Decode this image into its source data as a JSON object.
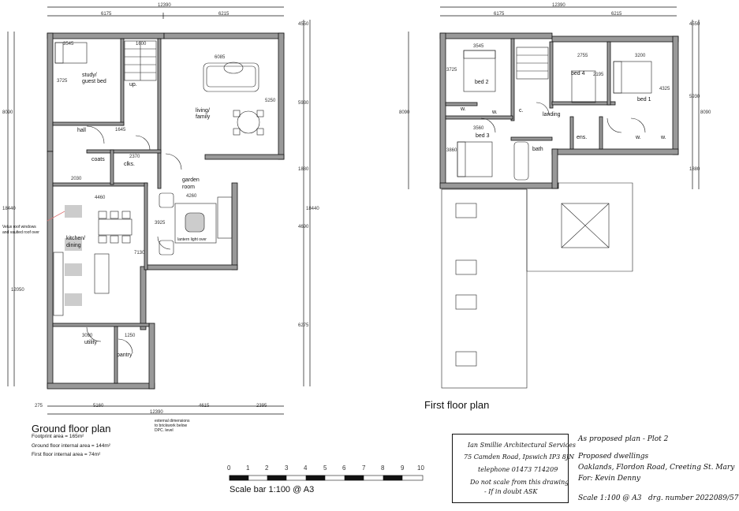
{
  "ground": {
    "title": "Ground floor plan",
    "footprint": "Footprint area = 165m²",
    "gf_internal": "Ground floor internal area = 144m²",
    "ff_internal": "First floor internal area = 74m²",
    "ext_note": [
      "external dimensions",
      "to brickwork below",
      "DPC. level"
    ],
    "velux_note": [
      "Velux roof windows",
      "and vaulted roof over"
    ],
    "lantern": "lantern light over",
    "rooms": {
      "study": [
        "study/",
        "guest bed"
      ],
      "up": "up.",
      "hall": "hall",
      "living": [
        "living/",
        "family"
      ],
      "coats": "coats",
      "clks": "clks.",
      "garden": [
        "garden",
        "room"
      ],
      "kitchen": [
        "kitchen/",
        "dining"
      ],
      "utility": "utility",
      "pantry": "pantry"
    },
    "dims": {
      "top_total": "12390",
      "top_left": "6175",
      "top_right": "6215",
      "bottom_total": "12390",
      "b1": "275",
      "b2": "5160",
      "b3": "4615",
      "b4": "2395",
      "d_3545": "3545",
      "d_1600": "1600",
      "d_6085": "6085",
      "d_3725": "3725",
      "d_5250": "5250",
      "d_1645": "1645",
      "d_2370": "2370",
      "d_2030": "2030",
      "d_4460": "4460",
      "d_4260": "4260",
      "d_3925": "3925",
      "d_3090": "3090",
      "d_1250": "1250",
      "d_7130": "7130",
      "d_12050": "12050",
      "left_8090": "8090",
      "left_18440": "18440",
      "right_4550": "4550",
      "right_5930": "5930",
      "right_1880": "1880",
      "right_4690": "4690",
      "right_18440": "18440",
      "right_6275": "6275"
    }
  },
  "first": {
    "title": "First floor plan",
    "rooms": {
      "bed2": "bed 2",
      "bed4": "bed 4",
      "bed1": "bed 1",
      "bed3": "bed 3",
      "w": "w.",
      "c": "c.",
      "landing": "landing",
      "bath": "bath",
      "ens": "ens."
    },
    "dims": {
      "top_total": "12390",
      "top_left": "6175",
      "top_right": "6215",
      "d_3545": "3545",
      "d_2755": "2755",
      "d_3200": "3200",
      "d_3725": "3725",
      "d_2195": "2195",
      "d_4325": "4325",
      "d_3560": "3560",
      "d_3860": "3860",
      "left_8090": "8090",
      "right_4550": "4550",
      "right_5930": "5930",
      "right_8090": "8090",
      "right_1880": "1880"
    }
  },
  "scale_bar": {
    "ticks": [
      "0",
      "1",
      "2",
      "3",
      "4",
      "5",
      "6",
      "7",
      "8",
      "9",
      "10"
    ],
    "label": "Scale bar 1:100 @ A3"
  },
  "titleblock": {
    "firm": "Ian Smillie Architectural Services",
    "address": "75 Camden Road, Ipswich IP3 8JN",
    "phone": "telephone 01473 714209",
    "warn1": "Do not scale from this drawing",
    "warn2": "- If in doubt ASK",
    "plan": "As proposed plan - Plot 2",
    "proj1": "Proposed dwellings",
    "proj2": "Oaklands, Flordon Road, Creeting St. Mary",
    "client": "For:  Kevin Denny",
    "scale": "Scale 1:100 @ A3",
    "drg": "drg. number 2022089/57"
  }
}
